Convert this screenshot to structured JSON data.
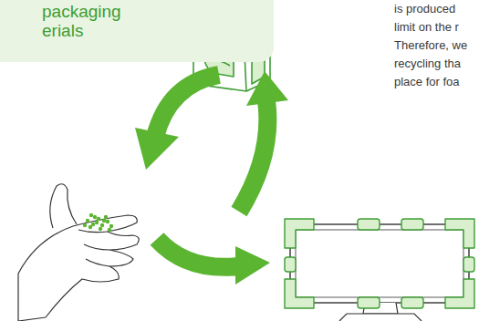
{
  "diagram": {
    "nodes": [
      {
        "text": [
          "packaging erials"
        ]
      }
    ],
    "labels": [
      "is produced",
      "limit on the r",
      "Therefore, we",
      "recycling tha",
      "place for foa"
    ]
  }
}
